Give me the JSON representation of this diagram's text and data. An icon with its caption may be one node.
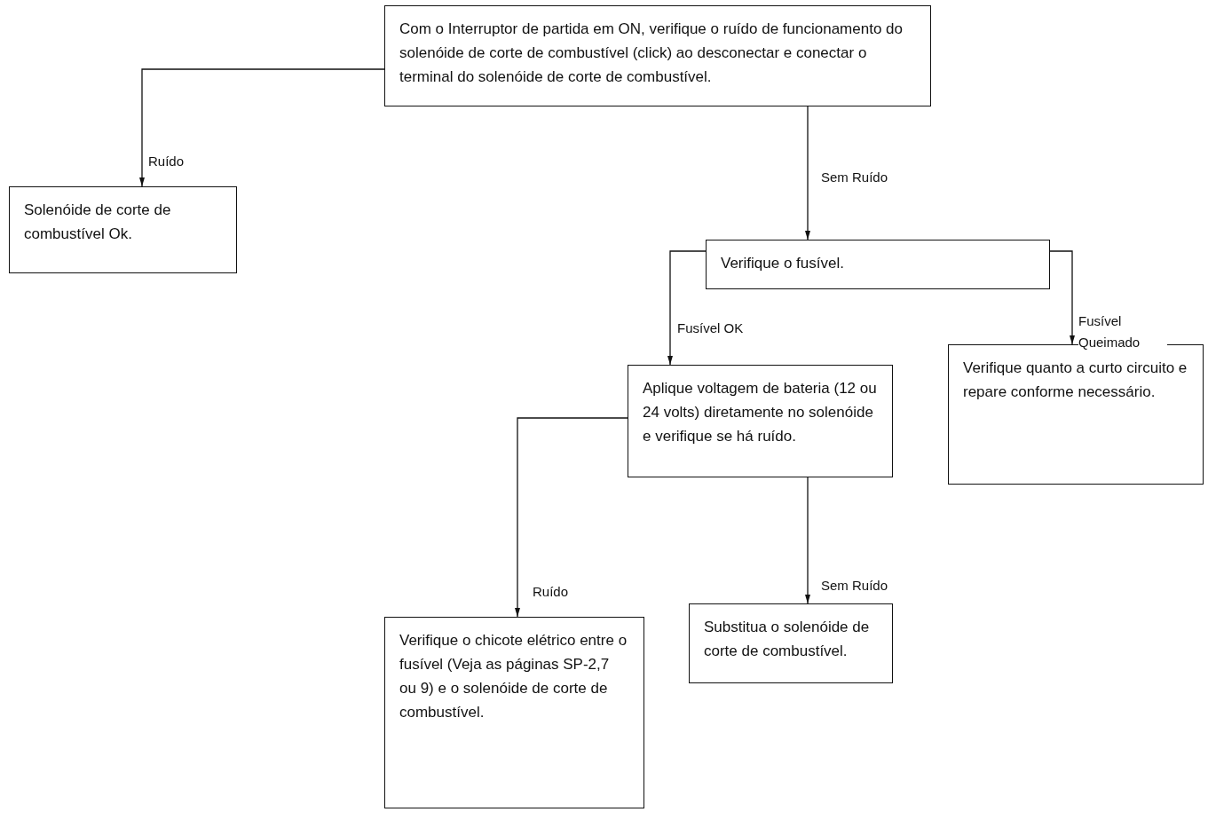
{
  "diagram": {
    "nodes": [
      {
        "text": [
          "Com o Interruptor de partida em ON, verifique o ruído de funcionamento do solenóide de corte de combustível (click) ao desconectar e conectar o terminal do solenóide de corte de combustível."
        ]
      },
      {
        "text": [
          "Solenóide de corte de combustível Ok."
        ]
      },
      {
        "text": [
          "Verifique o fusível."
        ]
      },
      {
        "text": [
          "Aplique voltagem de bateria (12 ou 24 volts) diretamente no solenóide e verifique se há ruído."
        ]
      },
      {
        "text": [
          "Verifique quanto a curto circuito e repare conforme necessário."
        ]
      },
      {
        "text": [
          "Verifique o chicote elétrico entre o fusível (Veja as páginas SP-2,7 ou 9) e o solenóide de corte de combustível."
        ]
      },
      {
        "text": [
          "Substitua o solenóide de corte de combustível."
        ]
      }
    ],
    "edges": [
      {
        "from": 0,
        "to": 1,
        "arrow": "to",
        "label": "Ruído"
      },
      {
        "from": 0,
        "to": 2,
        "arrow": "to",
        "label": "Sem Ruído"
      },
      {
        "from": 2,
        "to": 3,
        "arrow": "to",
        "label": "Fusível OK"
      },
      {
        "from": 2,
        "to": 4,
        "arrow": "to",
        "label": "Fusível Queimado"
      },
      {
        "from": 3,
        "to": 5,
        "arrow": "to",
        "label": "Ruído"
      },
      {
        "from": 3,
        "to": 6,
        "arrow": "to",
        "label": "Sem Ruído"
      }
    ]
  }
}
